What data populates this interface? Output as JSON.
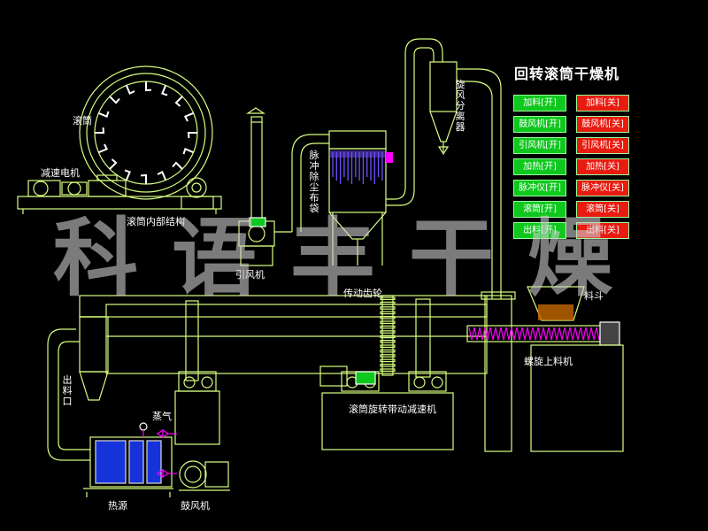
{
  "panel": {
    "title": "回转滚筒干燥机",
    "start_controls": [
      "加料[开]",
      "鼓风机[开]",
      "引风机[开]",
      "加热[开]",
      "脉冲仪[开]",
      "滚筒[开]",
      "出料[开]"
    ],
    "stop_controls": [
      "加料[关]",
      "鼓风机[关]",
      "引风机[关]",
      "加热[关]",
      "脉冲仪[关]",
      "滚筒[关]",
      "出料[关]"
    ],
    "colors": {
      "start": "#0fc81e",
      "stop": "#e81b10"
    }
  },
  "labels": {
    "drum": "滚筒",
    "reducer_motor": "减速电机",
    "drum_inner": "滚筒内部结构",
    "pulse_filter": "脉冲除尘布袋",
    "cyclone": "旋风分离器",
    "induced_fan": "引风机",
    "drive_gear": "传动齿轮",
    "hopper": "料斗",
    "screw_feeder": "螺旋上料机",
    "drum_drive": "滚筒旋转带动减速机",
    "discharge": "出料口",
    "steam": "蒸气",
    "heat_source": "热源",
    "blower": "鼓风机"
  },
  "watermark": "科语丰干燥",
  "colors": {
    "line": "#d8ff80",
    "outline": "#ffffff",
    "accent": "#ff00ff",
    "filter": "#7050ff"
  }
}
